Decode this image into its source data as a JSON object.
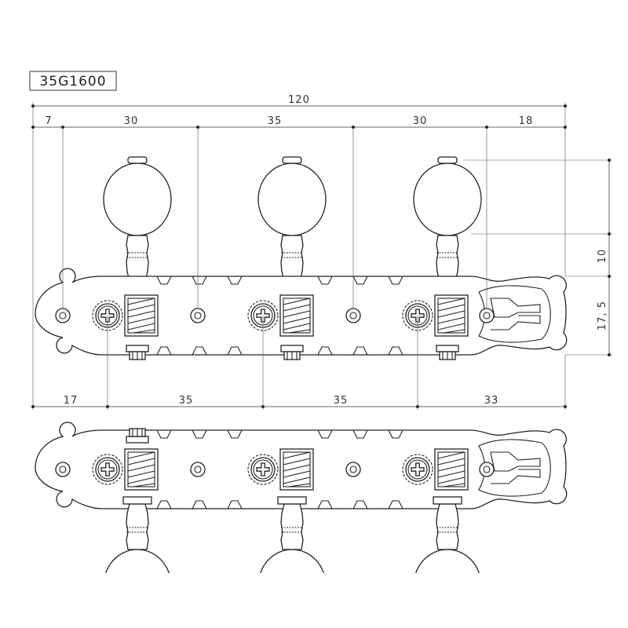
{
  "title": "35G1600",
  "dimensions": {
    "overall": "120",
    "top": [
      "7",
      "30",
      "35",
      "30",
      "18"
    ],
    "bottom": [
      "17",
      "35",
      "35",
      "33"
    ],
    "right": [
      "10",
      "17, 5"
    ]
  }
}
